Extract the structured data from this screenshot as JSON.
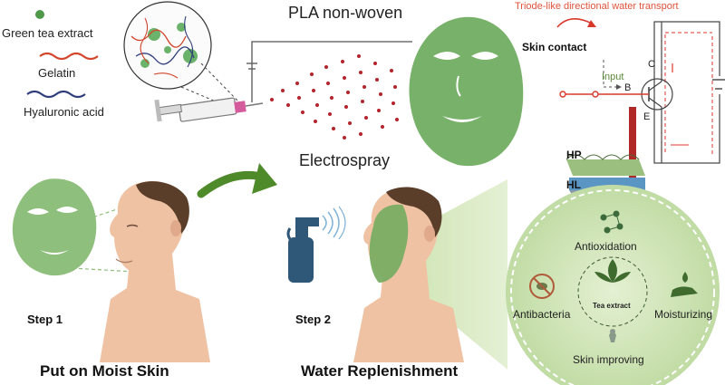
{
  "legend": {
    "green_tea": "Green tea extract",
    "gelatin": "Gelatin",
    "hyaluronic": "Hyaluronic acid"
  },
  "top": {
    "pla": "PLA non-woven",
    "electrospray": "Electrospray"
  },
  "circuit": {
    "title": "Triode-like directional water transport",
    "skin_contact": "Skin contact",
    "input": "Input",
    "c": "C",
    "b": "B",
    "e": "E",
    "hp": "HP",
    "hl": "HL"
  },
  "steps": {
    "step1": "Step 1",
    "step2": "Step 2",
    "caption1": "Put on Moist Skin",
    "caption2": "Water Replenishment"
  },
  "benefits": {
    "antioxidation": "Antioxidation",
    "antibacteria": "Antibacteria",
    "moisturizing": "Moisturizing",
    "skin_improving": "Skin improving",
    "center": "Tea extract"
  },
  "colors": {
    "mask_green": "#78b26a",
    "accent_red": "#c62828",
    "arrow_green": "#4f8a2a",
    "circle_fill": "#cfe3b4",
    "skin": "#efc2a4"
  }
}
